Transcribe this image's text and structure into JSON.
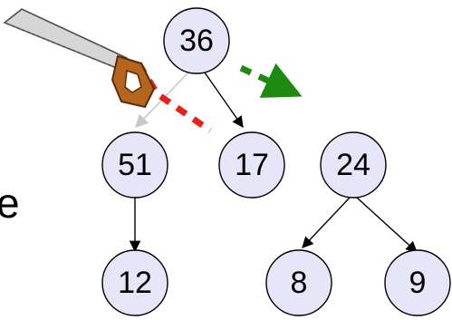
{
  "diagram": {
    "side_text": "e",
    "tool_icon": "saw-icon",
    "nodes": [
      {
        "id": "n36",
        "label": "36"
      },
      {
        "id": "n51",
        "label": "51"
      },
      {
        "id": "n17",
        "label": "17"
      },
      {
        "id": "n24",
        "label": "24"
      },
      {
        "id": "n12",
        "label": "12"
      },
      {
        "id": "n8",
        "label": "8"
      },
      {
        "id": "n9",
        "label": "9"
      }
    ],
    "edges": [
      {
        "from": "n36",
        "to": "n51",
        "style": "faded"
      },
      {
        "from": "n36",
        "to": "n17",
        "style": "solid"
      },
      {
        "from": "n51",
        "to": "n12",
        "style": "solid"
      },
      {
        "from": "n24",
        "to": "n8",
        "style": "solid"
      },
      {
        "from": "n24",
        "to": "n9",
        "style": "solid"
      }
    ],
    "colors": {
      "node_fill": "#e6e6f8",
      "edge": "#000000",
      "faded_edge": "#c8c8c8",
      "cut_line": "#e8201a",
      "move_arrow": "#1f8a12",
      "saw_blade": "#d6d6d6",
      "saw_handle": "#b5651d"
    }
  }
}
